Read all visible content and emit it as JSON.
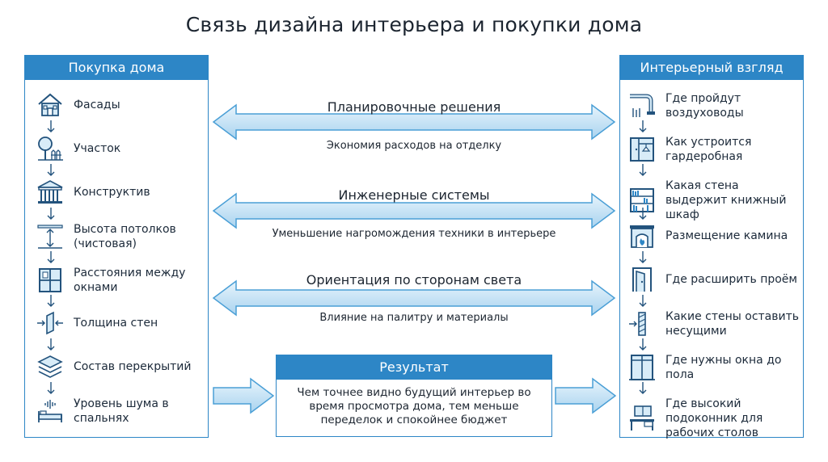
{
  "title": "Связь дизайна интерьера и покупки дома",
  "left_panel": {
    "header": "Покупка дома",
    "items": [
      {
        "label": "Фасады",
        "icon": "house-icon"
      },
      {
        "label": "Участок",
        "icon": "tree-fence-icon"
      },
      {
        "label": "Конструктив",
        "icon": "building-columns-icon"
      },
      {
        "label": "Высота потолков (чистовая)",
        "icon": "ceiling-height-icon"
      },
      {
        "label": "Расстояния между окнами",
        "icon": "window-icon"
      },
      {
        "label": "Толщина стен",
        "icon": "wall-thickness-icon"
      },
      {
        "label": "Состав перекрытий",
        "icon": "layers-icon"
      },
      {
        "label": "Уровень шума в спальнях",
        "icon": "bed-noise-icon"
      }
    ]
  },
  "right_panel": {
    "header": "Интерьерный взгляд",
    "items": [
      {
        "label": "Где пройдут воздуховоды",
        "icon": "duct-icon"
      },
      {
        "label": "Как устроится гардеробная",
        "icon": "wardrobe-icon"
      },
      {
        "label": "Какая стена выдержит книжный шкаф",
        "icon": "bookshelf-icon"
      },
      {
        "label": "Размещение камина",
        "icon": "fireplace-icon"
      },
      {
        "label": "Где расширить проём",
        "icon": "doorway-icon"
      },
      {
        "label": "Какие стены оставить несущими",
        "icon": "load-wall-icon"
      },
      {
        "label": "Где нужны окна до пола",
        "icon": "floor-window-icon"
      },
      {
        "label": "Где высокий подоконник для рабочих столов",
        "icon": "desk-icon"
      }
    ]
  },
  "connections": [
    {
      "heading": "Планировочные решения",
      "sub": "Экономия расходов на отделку"
    },
    {
      "heading": "Инженерные системы",
      "sub": "Уменьшение нагромождения техники в интерьере"
    },
    {
      "heading": "Ориентация по сторонам света",
      "sub": "Влияние на палитру и материалы"
    }
  ],
  "result": {
    "header": "Результат",
    "text": "Чем точнее видно будущий интерьер во время просмотра дома, тем меньше переделок и спокойнее бюджет"
  },
  "colors": {
    "accent": "#2d86c6",
    "arrow_fill": "#bfe0f4",
    "arrow_stroke": "#4a9fd6",
    "icon": "#23537d"
  }
}
